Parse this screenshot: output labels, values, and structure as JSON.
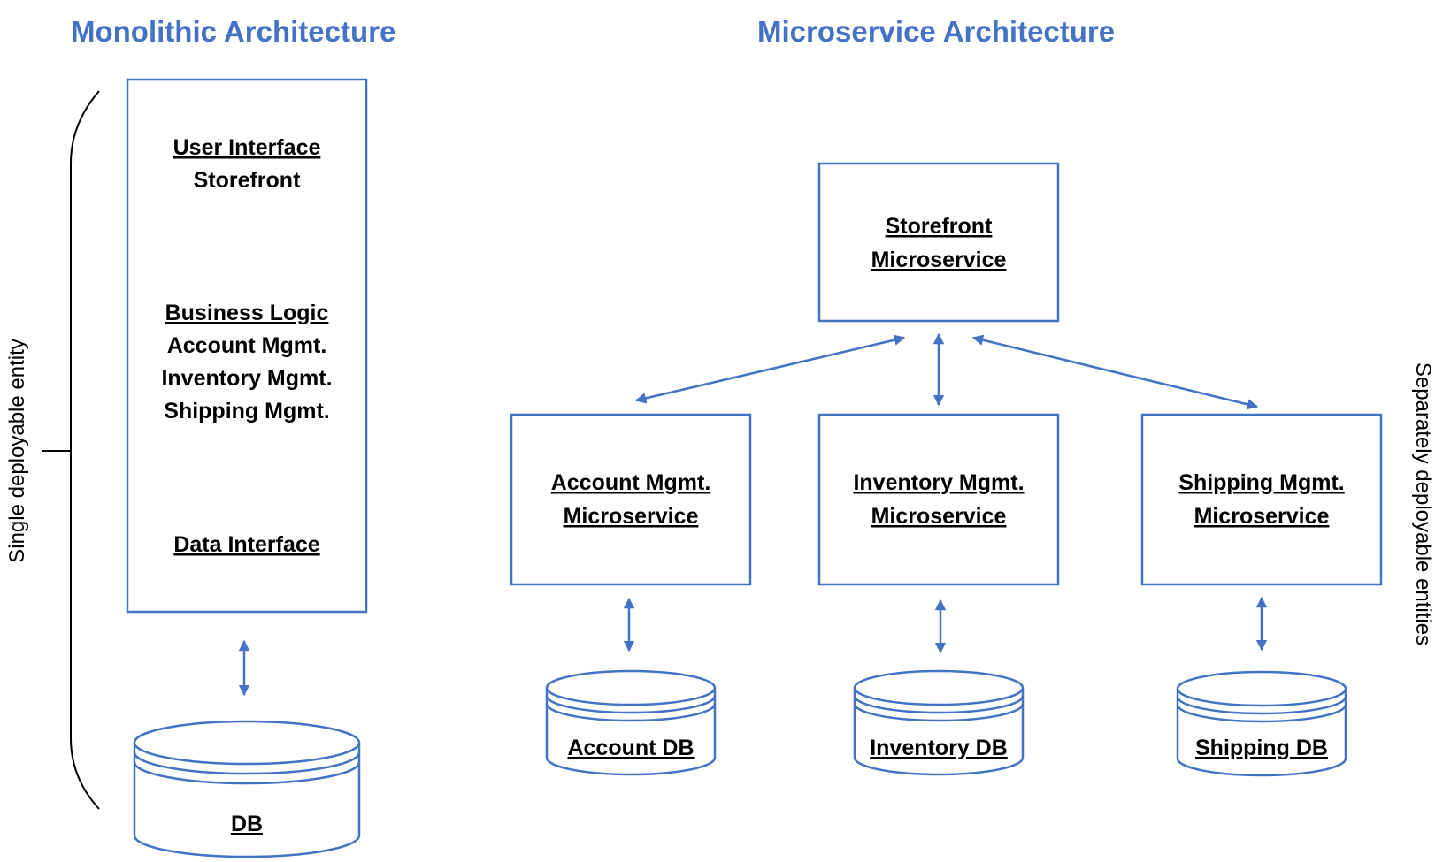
{
  "colors": {
    "accent": "#4472c4",
    "text": "#000000",
    "bracket": "#000000"
  },
  "monolith": {
    "title": "Monolithic Architecture",
    "side_label": "Single deployable entity",
    "ui_heading": "User Interface",
    "ui_item": "Storefront",
    "logic_heading": "Business Logic",
    "logic_items": [
      "Account Mgmt.",
      "Inventory Mgmt.",
      "Shipping Mgmt."
    ],
    "data_heading": "Data Interface",
    "db_label": "DB"
  },
  "micro": {
    "title": "Microservice Architecture",
    "side_label": "Separately deployable entities",
    "storefront": {
      "line1": "Storefront",
      "line2": "Microservice"
    },
    "services": [
      {
        "line1": "Account Mgmt.",
        "line2": "Microservice",
        "db": "Account DB"
      },
      {
        "line1": "Inventory Mgmt.",
        "line2": "Microservice",
        "db": "Inventory DB"
      },
      {
        "line1": "Shipping Mgmt.",
        "line2": "Microservice",
        "db": "Shipping DB"
      }
    ]
  }
}
